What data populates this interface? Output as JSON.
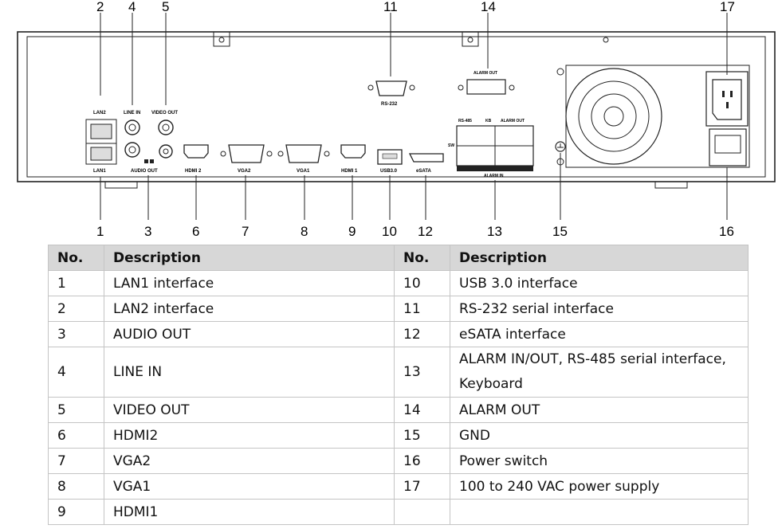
{
  "callouts_top": [
    "2",
    "4",
    "5",
    "11",
    "14",
    "17"
  ],
  "callouts_bottom": [
    "1",
    "3",
    "6",
    "7",
    "8",
    "9",
    "10",
    "12",
    "13",
    "15",
    "16"
  ],
  "port_labels": {
    "lan2": "LAN2",
    "lan1": "LAN1",
    "line_in": "LINE IN",
    "video_out": "VIDEO OUT",
    "audio_out": "AUDIO OUT",
    "hdmi2": "HDMI 2",
    "vga2": "VGA2",
    "vga1": "VGA1",
    "hdmi1": "HDMI 1",
    "usb": "USB3.0",
    "esata": "eSATA",
    "rs232": "RS-232",
    "alarm_out_top": "ALARM OUT",
    "rs485": "RS-485",
    "kb": "KB",
    "alarm_out": "ALARM OUT",
    "sw": "SW",
    "alarm_in": "ALARM IN"
  },
  "table": {
    "headers": [
      "No.",
      "Description",
      "No.",
      "Description"
    ],
    "rows": [
      {
        "n1": "1",
        "d1": "LAN1 interface",
        "n2": "10",
        "d2": "USB 3.0 interface"
      },
      {
        "n1": "2",
        "d1": "LAN2 interface",
        "n2": "11",
        "d2": "RS-232 serial interface"
      },
      {
        "n1": "3",
        "d1": "AUDIO OUT",
        "n2": "12",
        "d2": "eSATA interface"
      },
      {
        "n1": "4",
        "d1": "LINE IN",
        "n2": "13",
        "d2": "ALARM IN/OUT, RS-485 serial interface, Keyboard"
      },
      {
        "n1": "5",
        "d1": "VIDEO OUT",
        "n2": "14",
        "d2": "ALARM OUT"
      },
      {
        "n1": "6",
        "d1": "HDMI2",
        "n2": "15",
        "d2": "GND"
      },
      {
        "n1": "7",
        "d1": "VGA2",
        "n2": "16",
        "d2": "Power switch"
      },
      {
        "n1": "8",
        "d1": "VGA1",
        "n2": "17",
        "d2": "100 to 240 VAC power supply"
      },
      {
        "n1": "9",
        "d1": "HDMI1",
        "n2": "",
        "d2": ""
      }
    ]
  }
}
